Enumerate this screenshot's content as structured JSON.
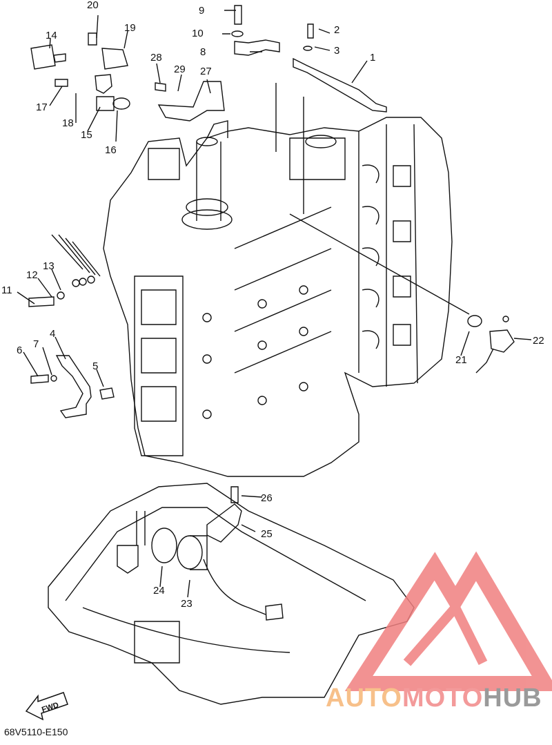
{
  "labels": [
    "1",
    "2",
    "3",
    "4",
    "5",
    "6",
    "7",
    "8",
    "9",
    "10",
    "11",
    "12",
    "13",
    "14",
    "15",
    "16",
    "17",
    "18",
    "19",
    "20",
    "21",
    "22",
    "23",
    "24",
    "25",
    "26",
    "27",
    "28",
    "29"
  ],
  "fwd_label": "FWD",
  "drawing_code": "68V5110-E150",
  "watermark": {
    "part_a": "AUTO",
    "part_b": "MOTO",
    "part_c": "HUB"
  },
  "colors": {
    "line": "#111111",
    "watermark_red": "#f08080",
    "watermark_orange": "#f7c08a",
    "watermark_gray": "#9a9a9a"
  }
}
